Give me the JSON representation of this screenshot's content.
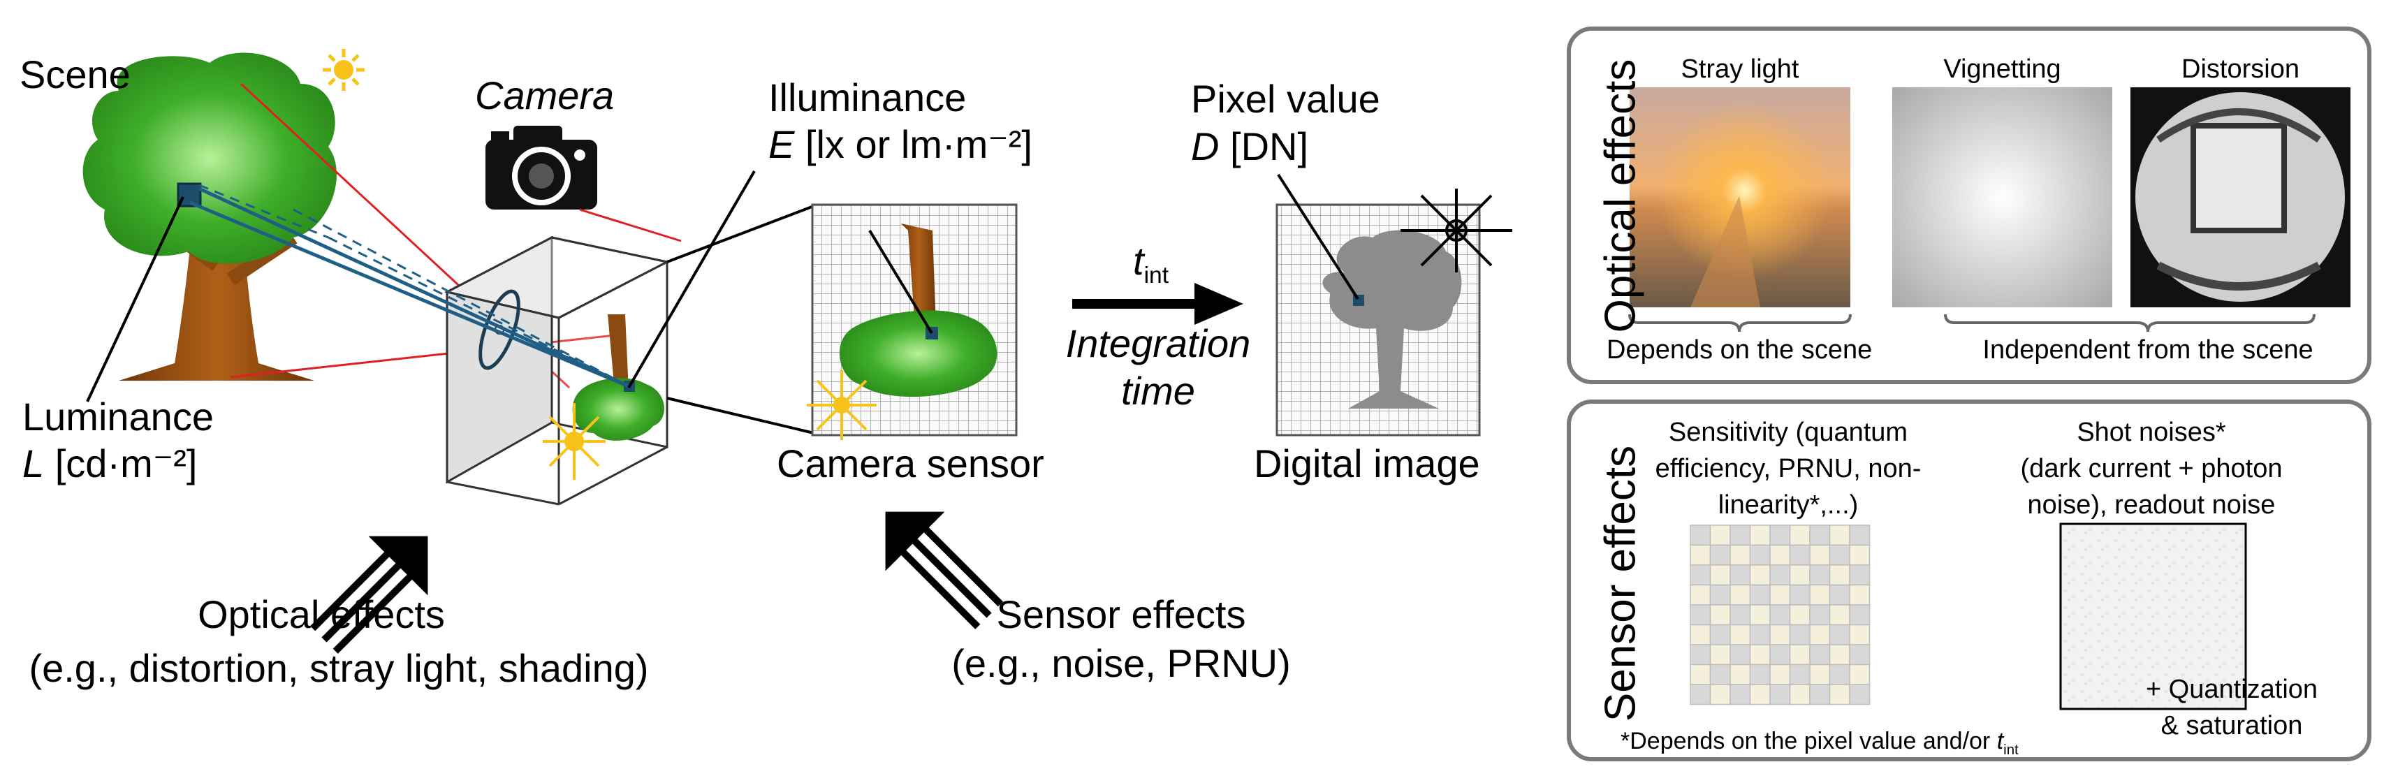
{
  "scene": {
    "scene_label": "Scene",
    "camera_label": "Camera",
    "luminance_label": "Luminance",
    "luminance_symbol": "L",
    "luminance_unit": "[cd·m⁻²]",
    "illuminance_label": "Illuminance",
    "illuminance_symbol": "E",
    "illuminance_unit": "[lx or lm·m⁻²]",
    "sensor_label": "Camera sensor",
    "tint_symbol": "t",
    "tint_sub": "int",
    "integration_line1": "Integration",
    "integration_line2": "time",
    "pixel_value_label": "Pixel value",
    "pixel_value_symbol": "D",
    "pixel_value_unit": "[DN]",
    "digital_image_label": "Digital image",
    "optical_effects_title": "Optical effects",
    "optical_effects_examples": "(e.g., distortion, stray light, shading)",
    "sensor_effects_title": "Sensor effects",
    "sensor_effects_examples": "(e.g., noise, PRNU)"
  },
  "optical_panel": {
    "title": "Optical effects",
    "stray_light": "Stray light",
    "vignetting": "Vignetting",
    "distortion": "Distorsion",
    "depends_scene": "Depends on the scene",
    "independent_scene": "Independent from the scene"
  },
  "sensor_panel": {
    "title": "Sensor effects",
    "sensitivity_line1": "Sensitivity (quantum",
    "sensitivity_line2": "efficiency, PRNU, non-",
    "sensitivity_line3": "linearity*,...)",
    "shot_line1": "Shot noises*",
    "shot_line2": "(dark current + photon",
    "shot_line3": "noise), readout noise",
    "quant_line1": "+ Quantization",
    "quant_line2": "& saturation",
    "footnote_text": "*Depends on the pixel value and/or ",
    "footnote_symbol": "t",
    "footnote_sub": "int"
  },
  "colors": {
    "tree_green": "#3fae2a",
    "trunk_brown": "#8b4a10",
    "ray_blue": "#1f5f86",
    "ray_red": "#e02020",
    "sun_yellow": "#f7c21a",
    "panel_border": "#7a7a7a"
  },
  "icons": [
    "sun-icon",
    "camera-icon",
    "star-glare-icon",
    "arrow-icon"
  ]
}
